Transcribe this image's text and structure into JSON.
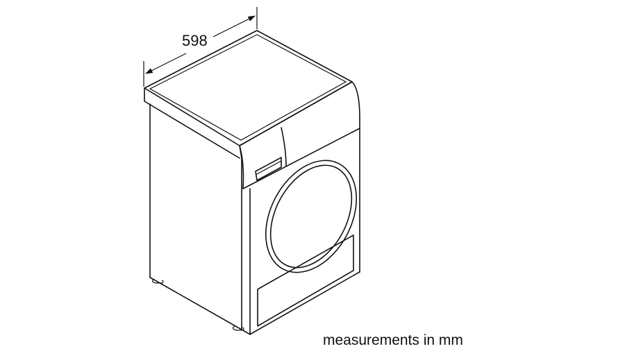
{
  "diagram": {
    "subject": "washing machine / dryer isometric line drawing",
    "dimension": {
      "value": "598",
      "axis": "width"
    },
    "caption": "measurements in mm",
    "colors": {
      "background": "#ffffff",
      "line": "#111111"
    }
  }
}
